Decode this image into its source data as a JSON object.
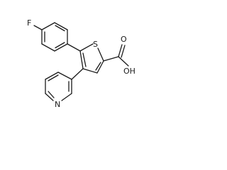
{
  "structure": {
    "atoms": {
      "fluorine": "F",
      "sulfur": "S",
      "nitrogen": "N",
      "hydroxyl": "OH",
      "carbonyl_oxygen": "O"
    }
  }
}
